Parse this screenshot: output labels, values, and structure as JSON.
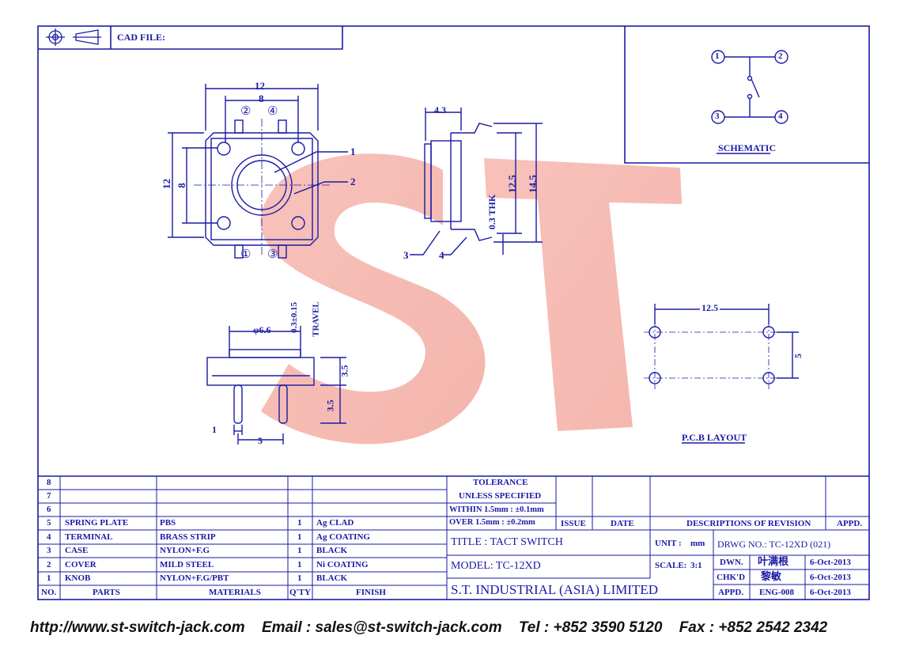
{
  "cad": {
    "label": "CAD FILE:"
  },
  "watermark": {
    "text": "ST"
  },
  "top_view": {
    "dim_width_outer": "12",
    "dim_width_inner": "8",
    "dim_height_outer": "12",
    "dim_height_inner": "8",
    "callout_1": "1",
    "callout_2": "2",
    "pin_2": "②",
    "pin_4": "④",
    "pin_1": "①",
    "pin_3": "③"
  },
  "side_view": {
    "dim_depth": "4.3",
    "dim_12_5": "12.5",
    "dim_14_5": "14.5",
    "dim_thk": "0.3 THK",
    "callout_3": "3",
    "callout_4": "4"
  },
  "front_view": {
    "dim_dia": "φ6.6",
    "dim_travel": "0.3±0.15",
    "travel_label": "TRAVEL",
    "dim_height": "3.5",
    "dim_pin": "3.5",
    "dim_width": "1",
    "dim_pitch": "5"
  },
  "schematic": {
    "title": "SCHEMATIC",
    "pin_1": "1",
    "pin_2": "2",
    "pin_3": "3",
    "pin_4": "4"
  },
  "pcb": {
    "title": "P.C.B LAYOUT",
    "dim_w": "12.5",
    "dim_h": "5"
  },
  "bom": {
    "header": {
      "no": "NO.",
      "parts": "PARTS",
      "materials": "MATERIALS",
      "qty": "Q'TY",
      "finish": "FINISH"
    },
    "rows": [
      {
        "no": "8",
        "part": "",
        "material": "",
        "qty": "",
        "finish": ""
      },
      {
        "no": "7",
        "part": "",
        "material": "",
        "qty": "",
        "finish": ""
      },
      {
        "no": "6",
        "part": "",
        "material": "",
        "qty": "",
        "finish": ""
      },
      {
        "no": "5",
        "part": "SPRING PLATE",
        "material": "PBS",
        "qty": "1",
        "finish": "Ag CLAD"
      },
      {
        "no": "4",
        "part": "TERMINAL",
        "material": "BRASS STRIP",
        "qty": "1",
        "finish": "Ag COATING"
      },
      {
        "no": "3",
        "part": "CASE",
        "material": "NYLON+F.G",
        "qty": "1",
        "finish": "BLACK"
      },
      {
        "no": "2",
        "part": "COVER",
        "material": "MILD STEEL",
        "qty": "1",
        "finish": "Ni COATING"
      },
      {
        "no": "1",
        "part": "KNOB",
        "material": "NYLON+F.G/PBT",
        "qty": "1",
        "finish": "BLACK"
      }
    ]
  },
  "tolerance": {
    "line1": "TOLERANCE",
    "line2": "UNLESS   SPECIFIED",
    "within": "WITHIN 1.5mm : ±0.1mm",
    "over": "OVER 1.5mm : ±0.2mm"
  },
  "revision": {
    "issue": "ISSUE",
    "date": "DATE",
    "desc": "DESCRIPTIONS  OF  REVISION",
    "appd": "APPD."
  },
  "title_block": {
    "title": "TITLE : TACT SWITCH",
    "model": "MODEL: TC-12XD",
    "company": "S.T.  INDUSTRIAL  (ASIA)  LIMITED",
    "unit_label": "UNIT :",
    "unit_value": "mm",
    "scale_label": "SCALE:",
    "scale_value": "3:1",
    "drwg": "DRWG NO.: TC-12XD (021)",
    "dwn_label": "DWN.",
    "dwn_name": "叶满根",
    "dwn_date": "6-Oct-2013",
    "chkd_label": "CHK'D",
    "chkd_name": "黎敏",
    "chkd_date": "6-Oct-2013",
    "appd_label": "APPD.",
    "appd_name": "ENG-008",
    "appd_date": "6-Oct-2013"
  },
  "footer": {
    "web": "http://www.st-switch-jack.com",
    "email": "Email : sales@st-switch-jack.com",
    "tel": "Tel : +852 3590 5120",
    "fax": "Fax : +852 2542 2342"
  }
}
